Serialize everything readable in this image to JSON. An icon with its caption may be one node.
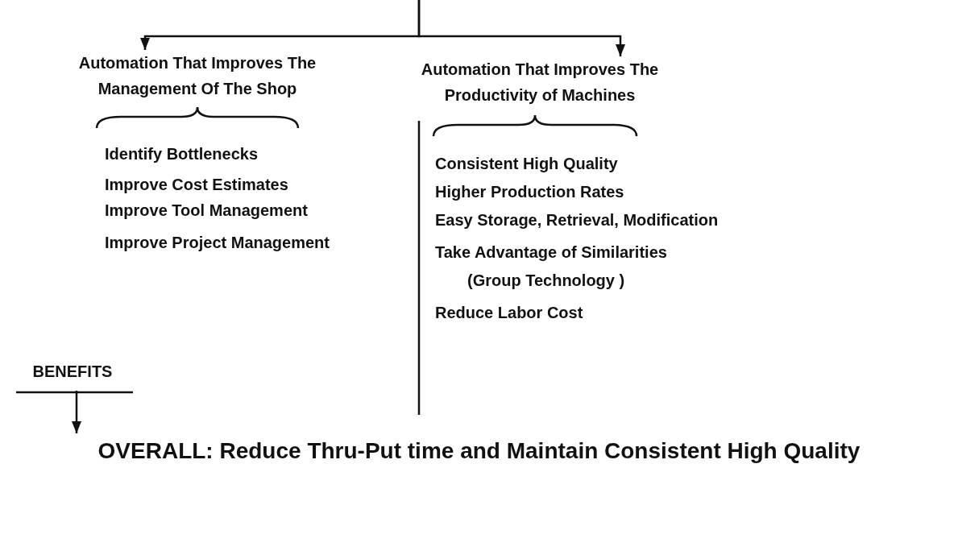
{
  "diagram": {
    "nodes": [
      {
        "text": [
          "Automation That Improves The Management Of The Shop"
        ]
      },
      {
        "text": [
          "Automation That Improves The Productivity of Machines"
        ]
      },
      {
        "text": [
          "BENEFITS"
        ]
      },
      {
        "text": [
          "OVERALL: Reduce Thru-Put time and Maintain Consistent High Quality"
        ]
      }
    ],
    "edges": [
      {
        "from": null,
        "to": 0,
        "arrow": "to"
      },
      {
        "from": null,
        "to": 1,
        "arrow": "to"
      },
      {
        "from": 2,
        "to": 3,
        "arrow": "to"
      }
    ],
    "labels": [
      "Identify Bottlenecks",
      "Improve Cost Estimates",
      "Improve Tool Management",
      "Improve Project Management",
      "Consistent High Quality",
      "Higher Production Rates",
      "Easy Storage, Retrieval, Modification",
      "Take Advantage of Similarities",
      "(Group Technology )",
      "Reduce Labor Cost"
    ]
  }
}
